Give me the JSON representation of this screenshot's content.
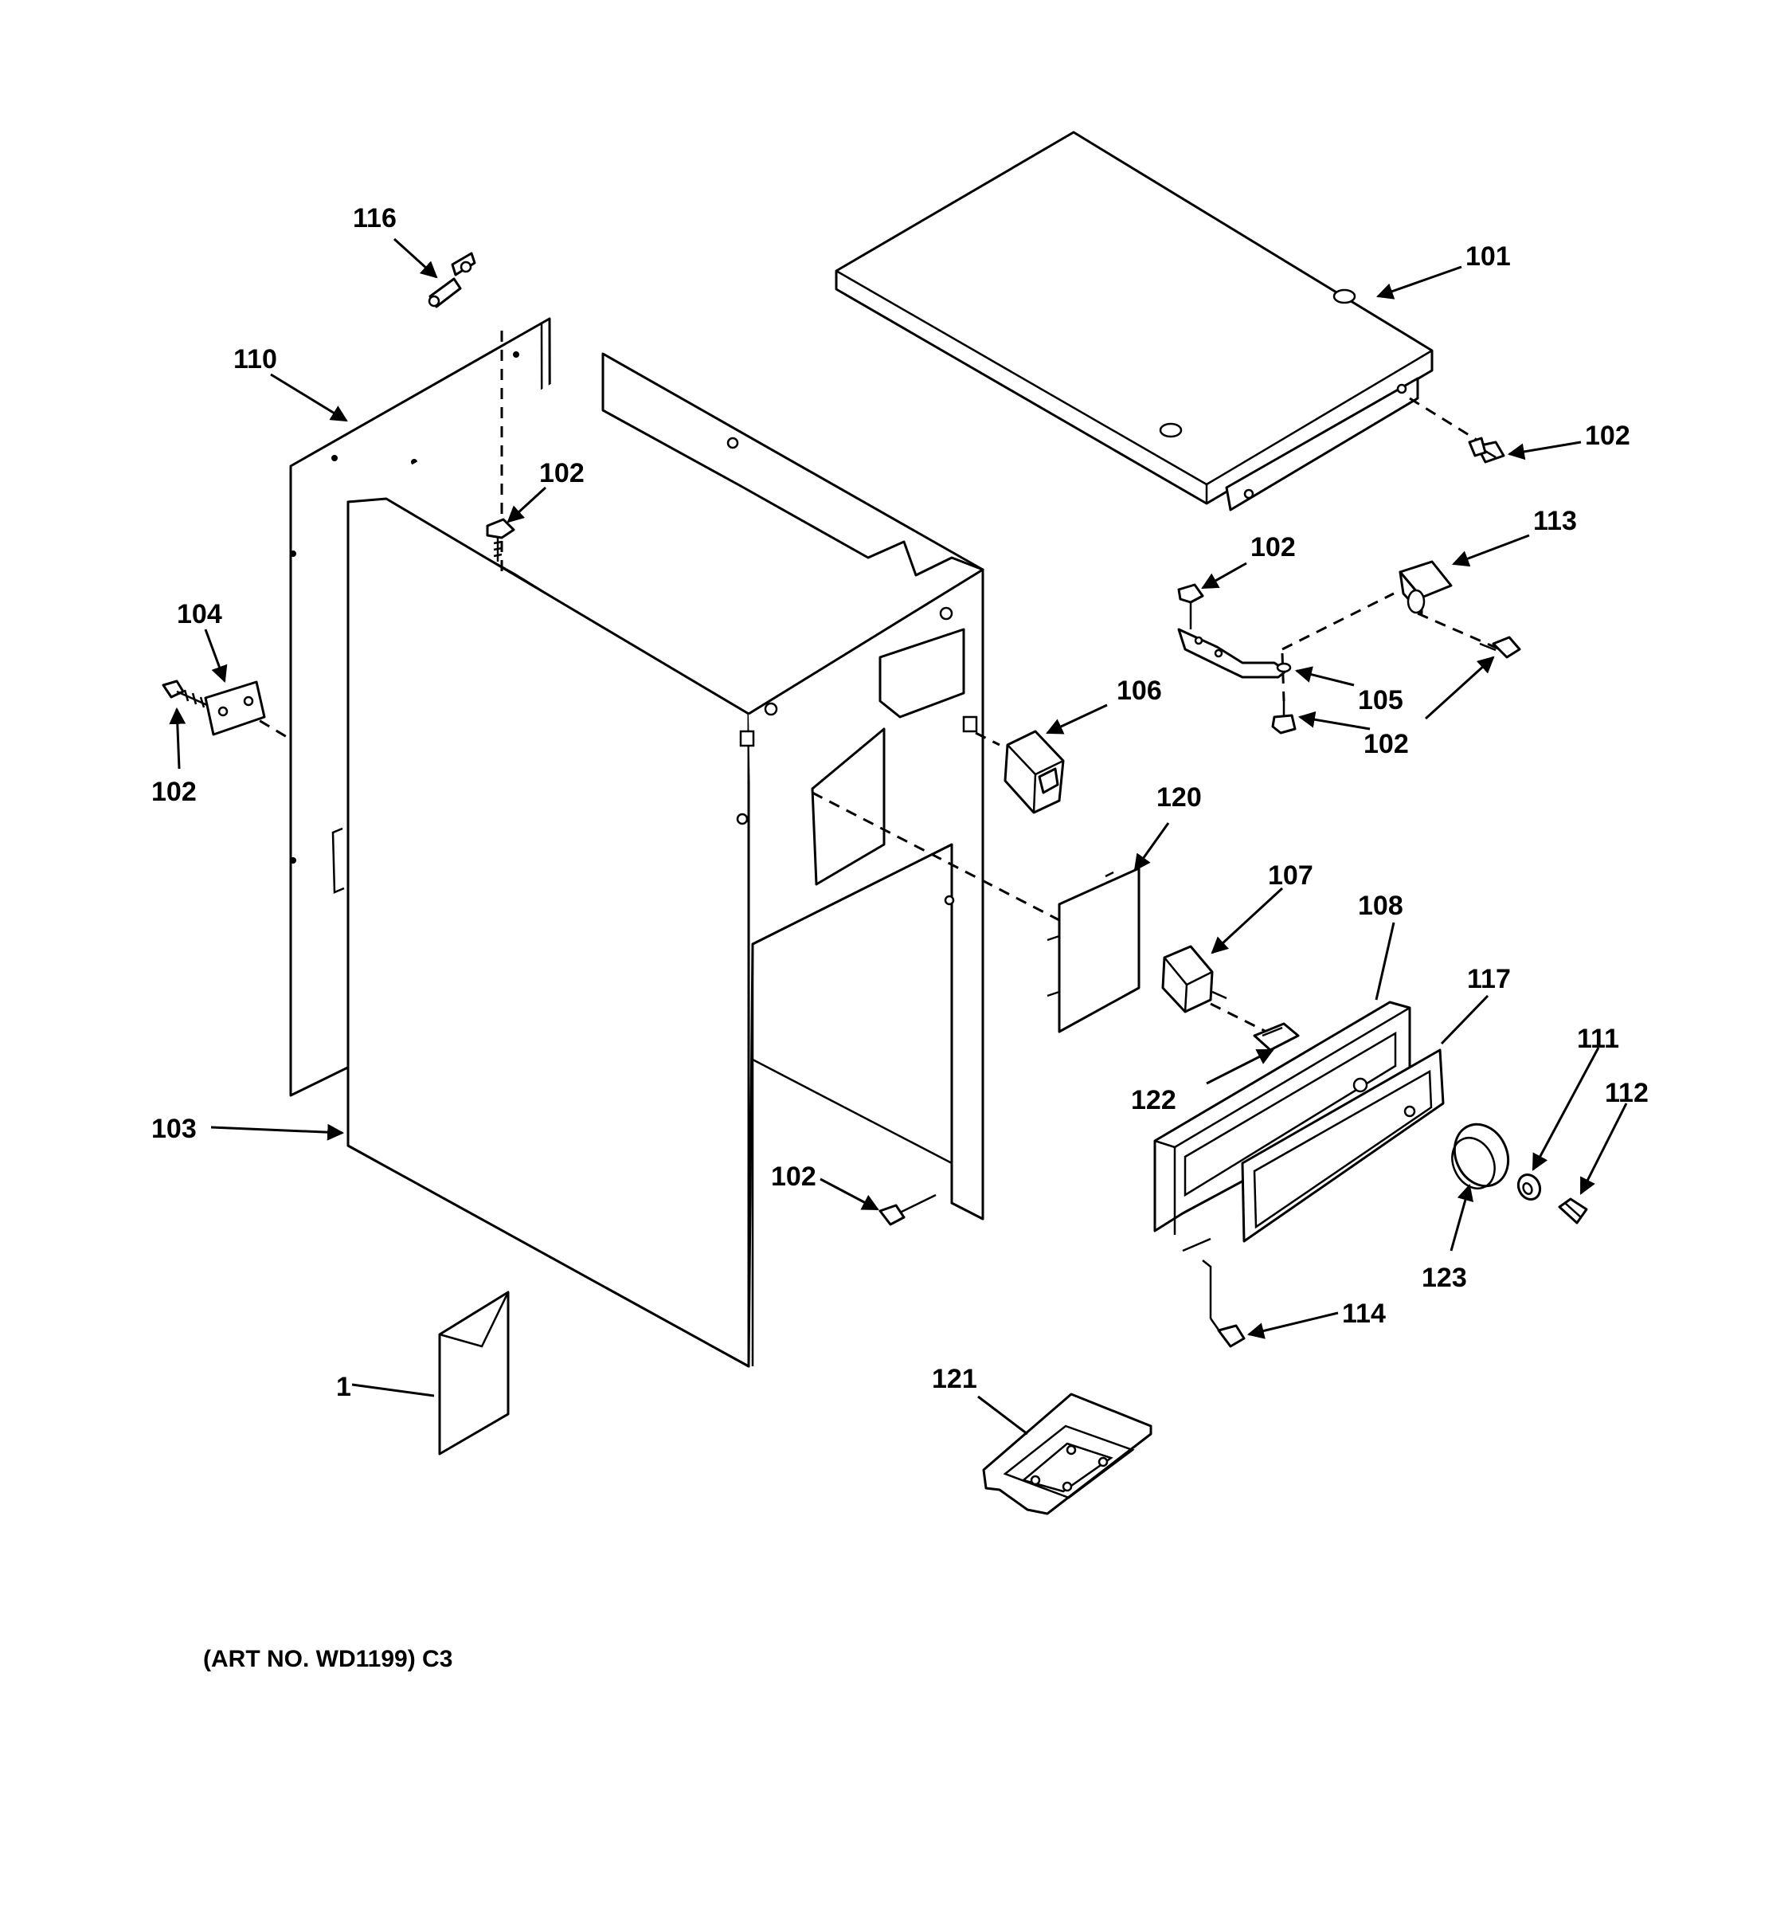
{
  "caption": "(ART NO. WD1199) C3",
  "callouts": {
    "p1": "1",
    "p101": "101",
    "p102_top_panel": "102",
    "p102_cabinet_top": "102",
    "p102_bracket_top": "102",
    "p102_bracket_bottom": "102",
    "p102_left_strap": "102",
    "p102_cabinet_front": "102",
    "p103": "103",
    "p104": "104",
    "p105": "105",
    "p106": "106",
    "p107": "107",
    "p108": "108",
    "p110": "110",
    "p111": "111",
    "p112": "112",
    "p113": "113",
    "p114": "114",
    "p116": "116",
    "p117": "117",
    "p120": "120",
    "p121": "121",
    "p122": "122",
    "p123": "123"
  },
  "colors": {
    "line": "#000000",
    "background": "#ffffff"
  }
}
